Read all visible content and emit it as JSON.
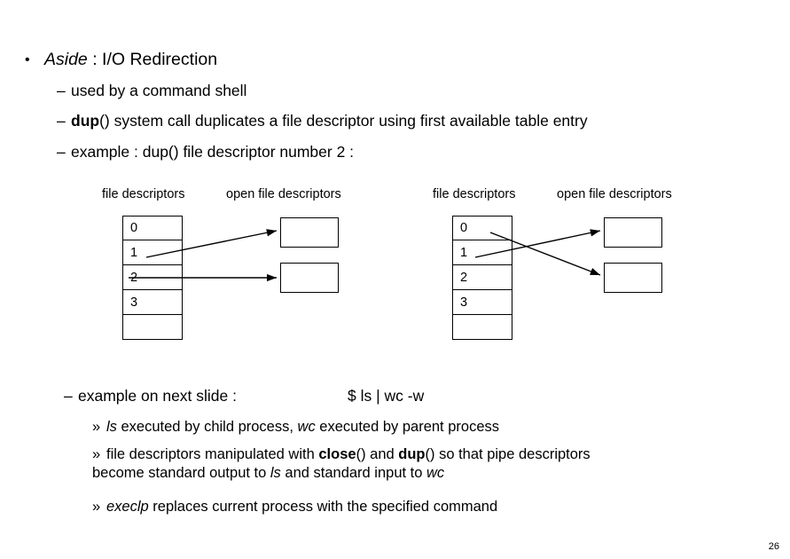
{
  "slide": {
    "page_number": "26",
    "bullets": {
      "main": {
        "marker": "•",
        "text_italic": "Aside",
        "text_rest": " : I/O Redirection"
      },
      "sub1": {
        "marker": "–",
        "text": "used by a command shell"
      },
      "sub2": {
        "marker": "–",
        "bold": "dup",
        "text": "() system call duplicates a file descriptor using first available table entry"
      },
      "sub3": {
        "marker": "–",
        "text": "example : dup() file descriptor number 2 :"
      },
      "sub4": {
        "marker": "–",
        "text": "example on next slide :",
        "command": "$ ls | wc -w"
      },
      "sub5": {
        "marker": "»",
        "part1_italic": "ls",
        "part2": " executed by child process,  ",
        "part3_italic": "wc",
        "part4": " executed by parent process"
      },
      "sub6": {
        "marker": "»",
        "line1_a": "file descriptors manipulated with ",
        "line1_bold1": "close",
        "line1_b": "() and ",
        "line1_bold2": "dup",
        "line1_c": "() so that pipe descriptors",
        "line2_a": "become standard output to ",
        "line2_italic1": "ls",
        "line2_b": " and standard input to ",
        "line2_italic2": "wc"
      },
      "sub7": {
        "marker": "»",
        "italic": "execlp",
        "text": " replaces current process with the specified command"
      }
    },
    "diagram": {
      "left": {
        "caption_fd": "file descriptors",
        "caption_open": "open file descriptors",
        "rows": [
          "0",
          "1",
          "2",
          "3",
          ""
        ]
      },
      "right": {
        "caption_fd": "file descriptors",
        "caption_open": "open file descriptors",
        "rows": [
          "0",
          "1",
          "2",
          "3",
          ""
        ]
      }
    }
  }
}
